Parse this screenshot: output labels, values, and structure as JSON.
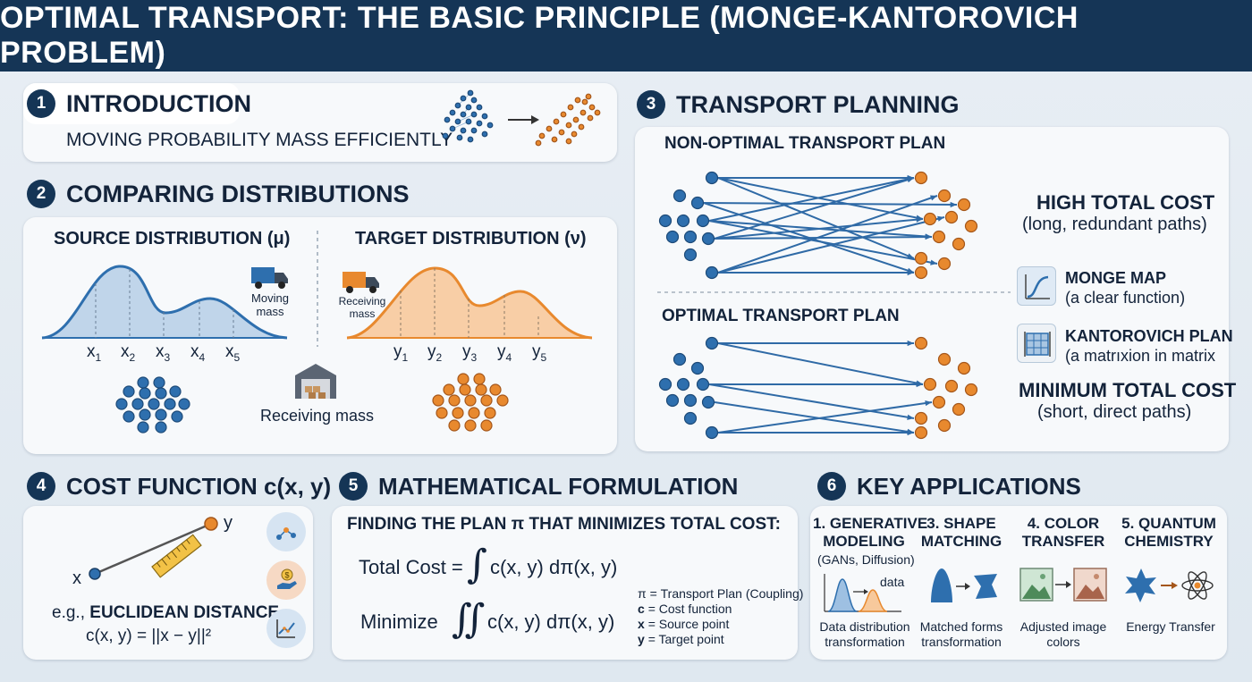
{
  "title": "OPTIMAL TRANSPORT: THE BASIC PRINCIPLE (MONGE-KANTOROVICH PROBLEM)",
  "colors": {
    "navy": "#153556",
    "blue": "#2e6fae",
    "orange": "#e8892e",
    "arrow": "#2f6aa6"
  },
  "sections": {
    "intro": {
      "num": "1",
      "title": "INTRODUCTION",
      "subtitle": "MOVING PROBABILITY MASS EFFICIENTLY"
    },
    "compare": {
      "num": "2",
      "title": "COMPARING DISTRIBUTIONS",
      "source_title": "SOURCE DISTRIBUTION (μ)",
      "target_title": "TARGET DISTRIBUTION (ν)",
      "moving_label": "Moving mass",
      "receiving_small": "Receiving mass",
      "receiving_big": "Receiving mass",
      "x_ticks": [
        "x",
        "x",
        "x",
        "x",
        "x"
      ],
      "y_ticks": [
        "y",
        "y",
        "y",
        "y",
        "y"
      ],
      "tick_subs": [
        "1",
        "2",
        "3",
        "4",
        "5"
      ]
    },
    "planning": {
      "num": "3",
      "title": "TRANSPORT PLANNING",
      "non_optimal": "NON-OPTIMAL TRANSPORT PLAN",
      "optimal": "OPTIMAL TRANSPORT PLAN",
      "high_cost": "HIGH TOTAL COST",
      "high_cost_sub": "(long, redundant paths)",
      "monge": "MONGE MAP",
      "monge_sub": "(a clear function)",
      "kanto": "KANTOROVICH PLAN",
      "kanto_sub": "(a matrıxion in matrix",
      "min_cost": "MINIMUM TOTAL COST",
      "min_cost_sub": "(short, direct paths)"
    },
    "cost": {
      "num": "4",
      "title": "COST FUNCTION c(x, y)",
      "x_label": "x",
      "y_label": "y",
      "eg": "e.g.,",
      "dist": "EUCLIDEAN DISTANCE",
      "formula": "c(x, y) = ||x − y||²"
    },
    "math": {
      "num": "5",
      "title": "MATHEMATICAL FORMULATION",
      "heading": "FINDING THE PLAN π THAT MINIMIZES TOTAL COST:",
      "total_cost": "Total Cost =",
      "minimize": "Minimize",
      "integrand": "c(x, y) dπ(x, y)",
      "legend": [
        {
          "sym": "π",
          "text": "= Transport Plan (Coupling)"
        },
        {
          "sym": "c",
          "text": "= Cost function"
        },
        {
          "sym": "x",
          "text": "= Source point"
        },
        {
          "sym": "y",
          "text": "= Target point"
        }
      ]
    },
    "apps": {
      "num": "6",
      "title": "KEY APPLICATIONS",
      "items": [
        {
          "title1": "1. GENERATIVE",
          "title2": "MODELING",
          "sub": "(GANs, Diffusion)",
          "icon_label": "data",
          "cap1": "Data distribution",
          "cap2": "transformation"
        },
        {
          "title1": "3. SHAPE",
          "title2": "MATCHING",
          "cap1": "Matched forms",
          "cap2": "transformation"
        },
        {
          "title1": "4. COLOR",
          "title2": "TRANSFER",
          "cap1": "Adjusted image",
          "cap2": "colors"
        },
        {
          "title1": "5. QUANTUM",
          "title2": "CHEMISTRY",
          "cap1": "Energy Transfer",
          "cap2": ""
        }
      ]
    }
  }
}
